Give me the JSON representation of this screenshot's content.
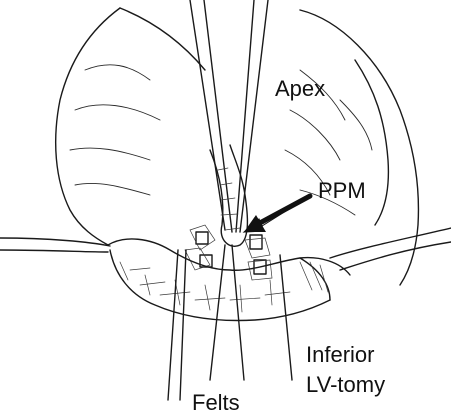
{
  "labels": {
    "apex": "Apex",
    "ppm": "PPM",
    "inferior": "Inferior",
    "lv_tomy": "LV-tomy",
    "felts": "Felts"
  }
}
